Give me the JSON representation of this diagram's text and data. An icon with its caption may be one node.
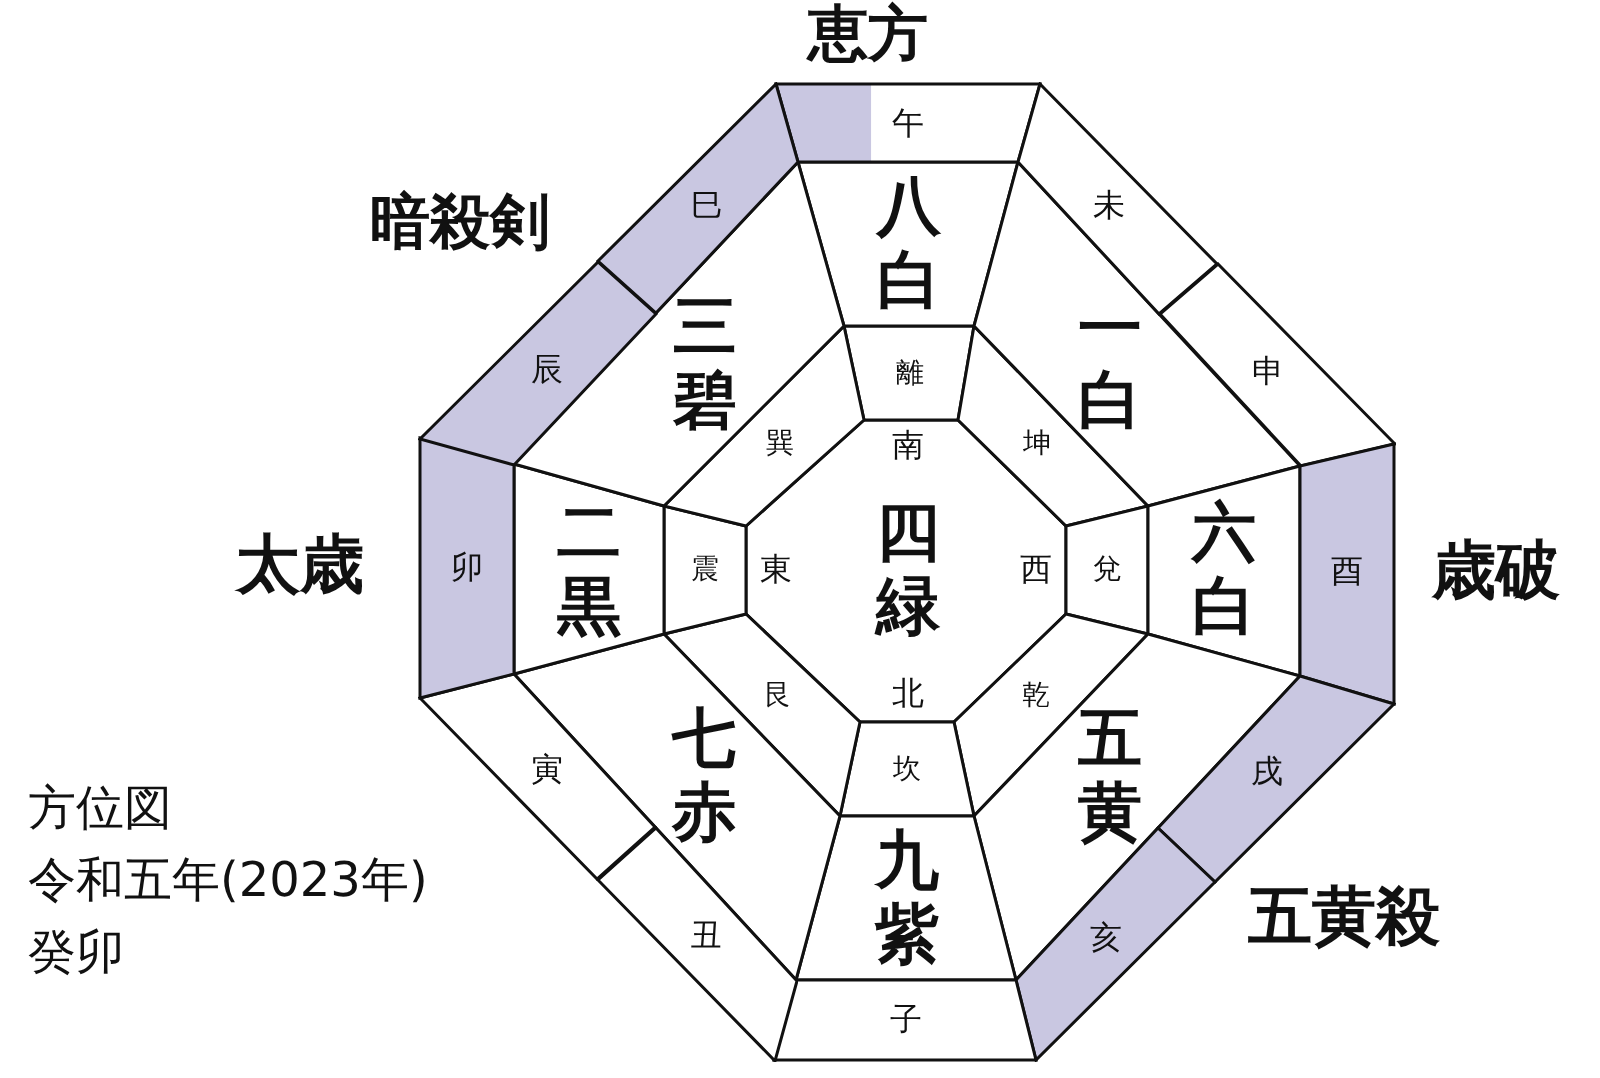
{
  "diagram": {
    "title": "方位図",
    "nodes": [
      {
        "text": [
          "南",
          "東",
          "四緑",
          "西",
          "北"
        ]
      },
      {
        "text": [
          "離"
        ]
      },
      {
        "text": [
          "坤"
        ]
      },
      {
        "text": [
          "兌"
        ]
      },
      {
        "text": [
          "乾"
        ]
      },
      {
        "text": [
          "坎"
        ]
      },
      {
        "text": [
          "艮"
        ]
      },
      {
        "text": [
          "震"
        ]
      },
      {
        "text": [
          "巽"
        ]
      },
      {
        "text": [
          "八白"
        ]
      },
      {
        "text": [
          "一白"
        ]
      },
      {
        "text": [
          "六白"
        ]
      },
      {
        "text": [
          "五黄"
        ]
      },
      {
        "text": [
          "九紫"
        ]
      },
      {
        "text": [
          "七赤"
        ]
      },
      {
        "text": [
          "二黒"
        ]
      },
      {
        "text": [
          "三碧"
        ]
      },
      {
        "text": [
          "午"
        ]
      },
      {
        "text": [
          "未"
        ]
      },
      {
        "text": [
          "申"
        ]
      },
      {
        "text": [
          "酉"
        ]
      },
      {
        "text": [
          "戌"
        ]
      },
      {
        "text": [
          "亥"
        ]
      },
      {
        "text": [
          "子"
        ]
      },
      {
        "text": [
          "丑"
        ]
      },
      {
        "text": [
          "寅"
        ]
      },
      {
        "text": [
          "卯"
        ]
      },
      {
        "text": [
          "辰"
        ]
      },
      {
        "text": [
          "巳"
        ]
      }
    ],
    "labels": [
      "恵方",
      "暗殺剣",
      "太歳",
      "歳破",
      "五黄殺",
      "令和五年(2023年)",
      "癸卯"
    ]
  }
}
